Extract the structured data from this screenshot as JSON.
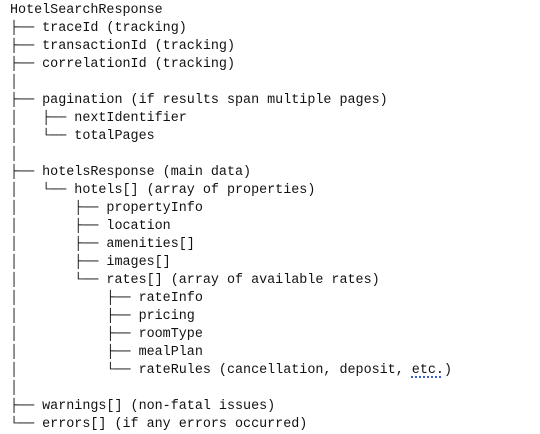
{
  "tree": {
    "lines": [
      "HotelSearchResponse",
      "├── traceId (tracking)",
      "├── transactionId (tracking)",
      "├── correlationId (tracking)",
      "│",
      "├── pagination (if results span multiple pages)",
      "│   ├── nextIdentifier",
      "│   └── totalPages",
      "│",
      "├── hotelsResponse (main data)",
      "│   └── hotels[] (array of properties)",
      "│       ├── propertyInfo",
      "│       ├── location",
      "│       ├── amenities[]",
      "│       ├── images[]",
      "│       └── rates[] (array of available rates)",
      "│           ├── rateInfo",
      "│           ├── pricing",
      "│           ├── roomType",
      "│           ├── mealPlan",
      "│           └── rateRules (cancellation, deposit, etc.)",
      "│",
      "├── warnings[] (non-fatal issues)",
      "└── errors[] (if any errors occurred)"
    ]
  }
}
